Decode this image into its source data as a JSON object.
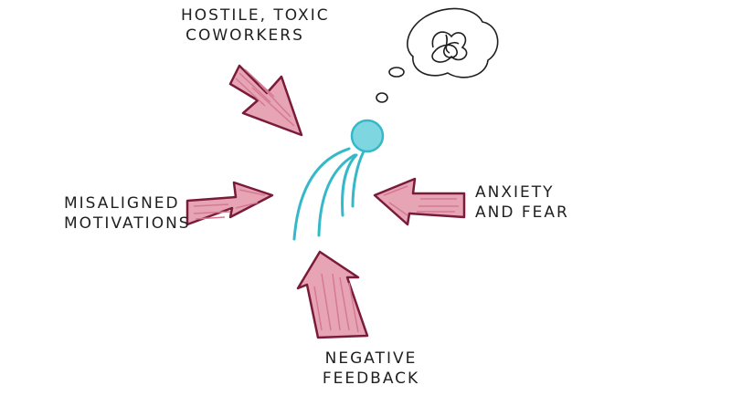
{
  "labels": {
    "top": [
      "HOSTILE, TOXIC",
      "COWORKERS"
    ],
    "left": [
      "MISALIGNED",
      "MOTIVATIONS"
    ],
    "right": [
      "ANXIETY",
      "AND FEAR"
    ],
    "bottom": [
      "NEGATIVE",
      "FEEDBACK"
    ]
  },
  "colors": {
    "arrow_fill": "#e7a4b5",
    "arrow_outline": "#7a1b3a",
    "figure": "#35b9c9",
    "ink": "#1f1f1f"
  }
}
